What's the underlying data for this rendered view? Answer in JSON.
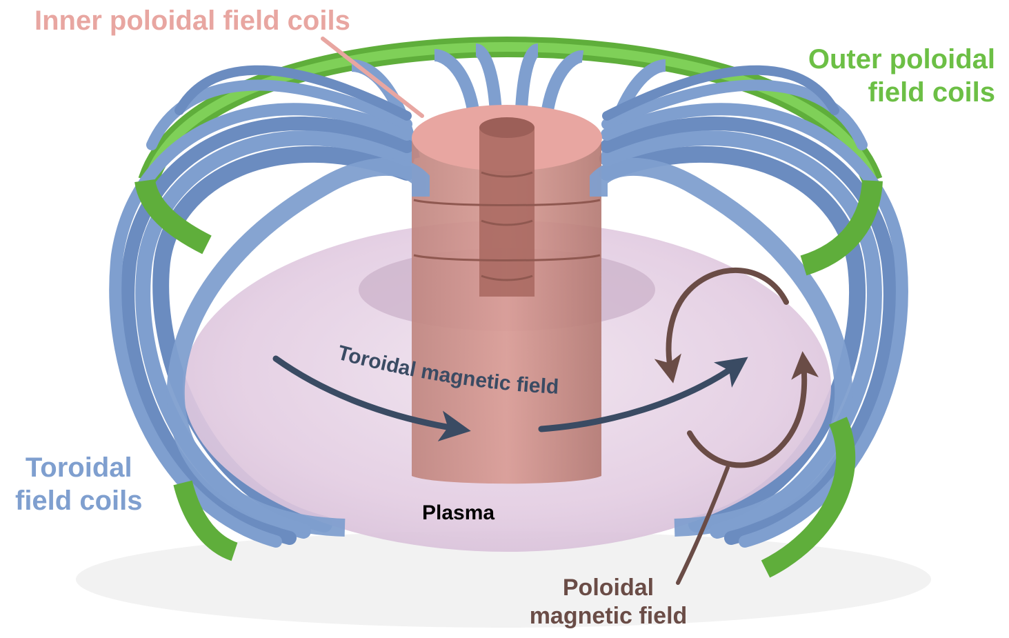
{
  "labels": {
    "inner_coils": "Inner poloidal field coils",
    "outer_coils_line1": "Outer poloidal",
    "outer_coils_line2": "field coils",
    "toroidal_coils_line1": "Toroidal",
    "toroidal_coils_line2": "field coils",
    "toroidal_field": "Toroidal magnetic field",
    "poloidal_field_line1": "Poloidal",
    "poloidal_field_line2": "magnetic field",
    "plasma": "Plasma"
  },
  "colors": {
    "inner_coils": "#e8a6a1",
    "inner_coils_dark": "#b87a74",
    "outer_coils": "#6cbf45",
    "toroidal_coils": "#7f9fcf",
    "toroidal_coils_dark": "#5a7bad",
    "plasma": "#e9d6e6",
    "toroidal_arrow": "#3a4b63",
    "poloidal_arrow": "#6a4c46",
    "plasma_text": "#000000"
  }
}
